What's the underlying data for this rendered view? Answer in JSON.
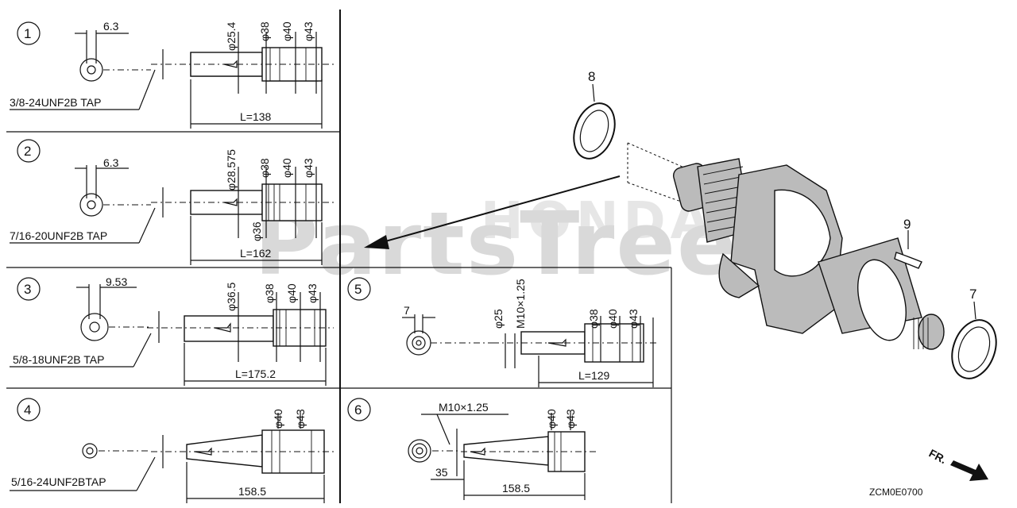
{
  "watermark": {
    "brand": "PartsTree",
    "ghost": "HONDA"
  },
  "diagram_code": "ZCM0E0700",
  "direction_label": "FR.",
  "callouts": [
    "8",
    "9",
    "7"
  ],
  "panels": [
    {
      "num": "1",
      "tap": "3/8-24UNF2B TAP",
      "key": "6.3",
      "length": "L=138",
      "dias": [
        "φ25.4",
        "φ38",
        "φ40",
        "φ43"
      ]
    },
    {
      "num": "2",
      "tap": "7/16-20UNF2B TAP",
      "key": "6.3",
      "length": "L=162",
      "dias": [
        "φ28.575",
        "φ38",
        "φ40",
        "φ43"
      ],
      "extra": "φ36"
    },
    {
      "num": "3",
      "tap": "5/8-18UNF2B TAP",
      "key": "9.53",
      "length": "L=175.2",
      "dias": [
        "φ36.5",
        "φ38",
        "φ40",
        "φ43"
      ]
    },
    {
      "num": "4",
      "tap": "5/16-24UNF2BTAP",
      "length": "158.5",
      "dias": [
        "φ40",
        "φ43"
      ]
    },
    {
      "num": "5",
      "key": "7",
      "length": "L=129",
      "dias": [
        "φ25",
        "M10×1.25",
        "φ38",
        "φ40",
        "φ43"
      ]
    },
    {
      "num": "6",
      "thread": "M10×1.25",
      "offset": "35",
      "length": "158.5",
      "dias": [
        "φ40",
        "φ43"
      ]
    }
  ]
}
